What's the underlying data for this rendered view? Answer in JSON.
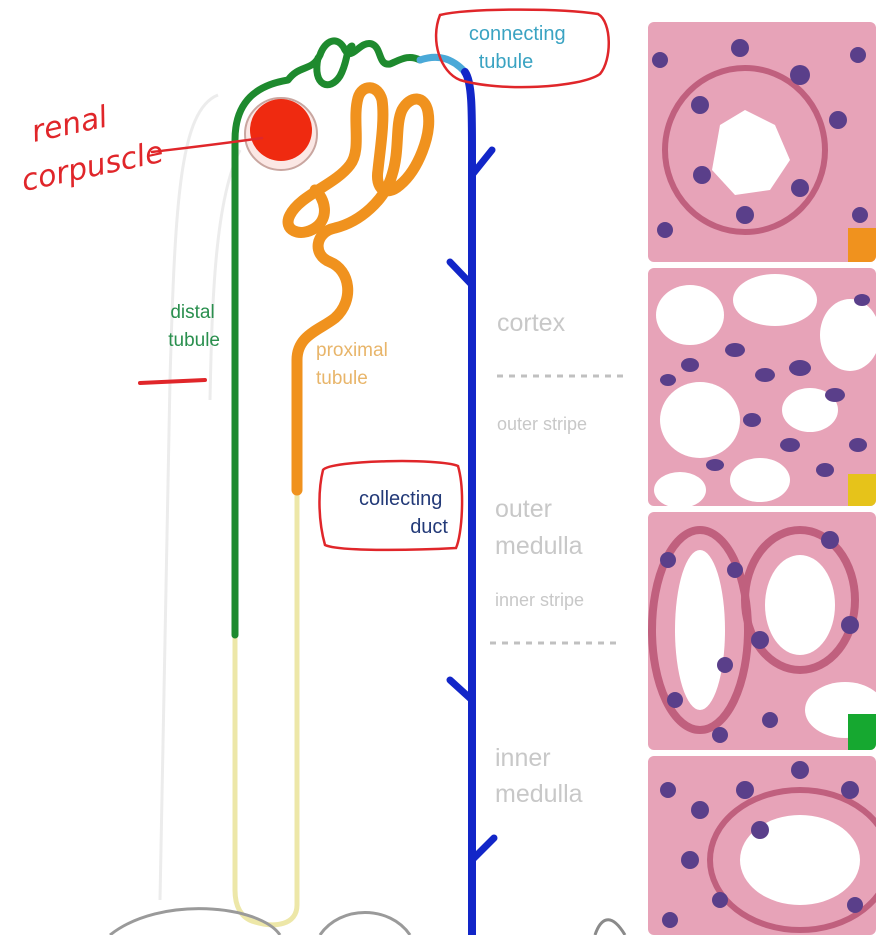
{
  "labels": {
    "connecting_tubule": [
      "connecting",
      "tubule"
    ],
    "distal_tubule": [
      "distal",
      "tubule"
    ],
    "proximal_tubule": [
      "proximal",
      "tubule"
    ],
    "collecting_duct": [
      "collecting",
      "duct"
    ],
    "cortex": [
      "cortex"
    ],
    "outer_stripe": [
      "outer stripe"
    ],
    "outer_medulla": [
      "outer",
      "medulla"
    ],
    "inner_stripe": [
      "inner stripe"
    ],
    "inner_medulla": [
      "inner",
      "medulla"
    ]
  },
  "annotation": {
    "renal_corpuscle": [
      "renal",
      "corpuscle"
    ]
  },
  "colors": {
    "distal": "#1e8a2e",
    "proximal": "#f0921e",
    "collecting": "#1226c8",
    "connecting": "#4aa9d8",
    "thin_limb": "#ede7a8",
    "corpuscle": "#ef2a10",
    "annotation_ink": "#e0262a",
    "zone_text": "#c8c8c8",
    "histology_bg": "#e7a3b8",
    "nucleus": "#5a3f8a"
  },
  "swatches": [
    "#f0921e",
    "#e6c31a",
    "#16a830"
  ]
}
